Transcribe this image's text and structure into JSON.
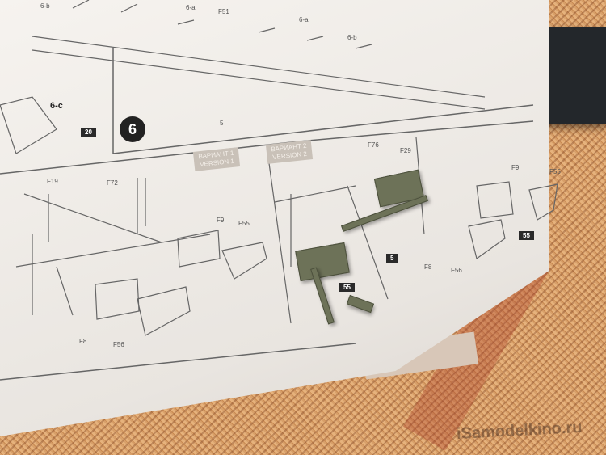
{
  "scene": {
    "description_colors": {
      "paper": "#f2eee9",
      "mat": "#d79c62",
      "plastic": "#6d7258",
      "device": "#23272b"
    }
  },
  "instructions": {
    "step_number": "6",
    "subassembly": "6-c",
    "top_labels": [
      "6-b",
      "F51",
      "6-a",
      "6-a",
      "6-b"
    ],
    "ref_20": "20",
    "ref_5_top": "5",
    "version1": {
      "ru": "ВАРИАНТ 1",
      "en": "VERSION 1"
    },
    "version2": {
      "ru": "ВАРИАНТ 2",
      "en": "VERSION 2"
    },
    "v1_parts": [
      "F19",
      "F72",
      "F9",
      "F55",
      "F8",
      "F56"
    ],
    "v2_parts": [
      "F76",
      "F29",
      "F9",
      "F55",
      "F8",
      "F56"
    ],
    "ref_5": "5",
    "ref_55": "55",
    "ref_55b": "55"
  },
  "watermark": "iSamodelkino.ru"
}
